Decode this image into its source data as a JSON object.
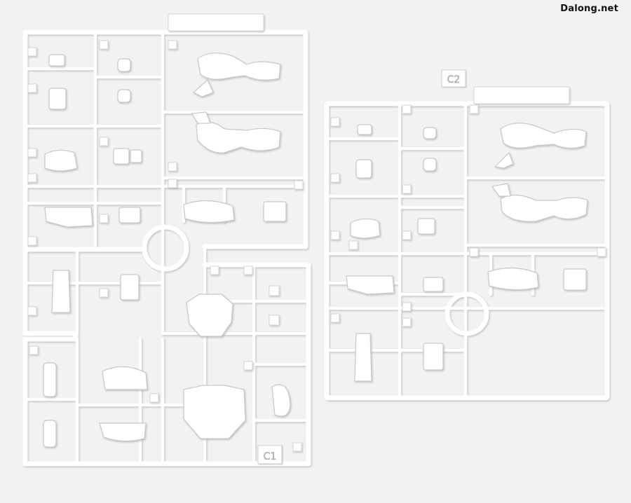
{
  "watermark": "Dalong.net",
  "sprues": [
    {
      "label": "C1"
    },
    {
      "label": "C2"
    }
  ],
  "colors": {
    "background": "#f2f2f2",
    "plastic": "#ffffff",
    "plastic_edge": "#cfcfcf",
    "shadow": "#d9d9d9"
  }
}
